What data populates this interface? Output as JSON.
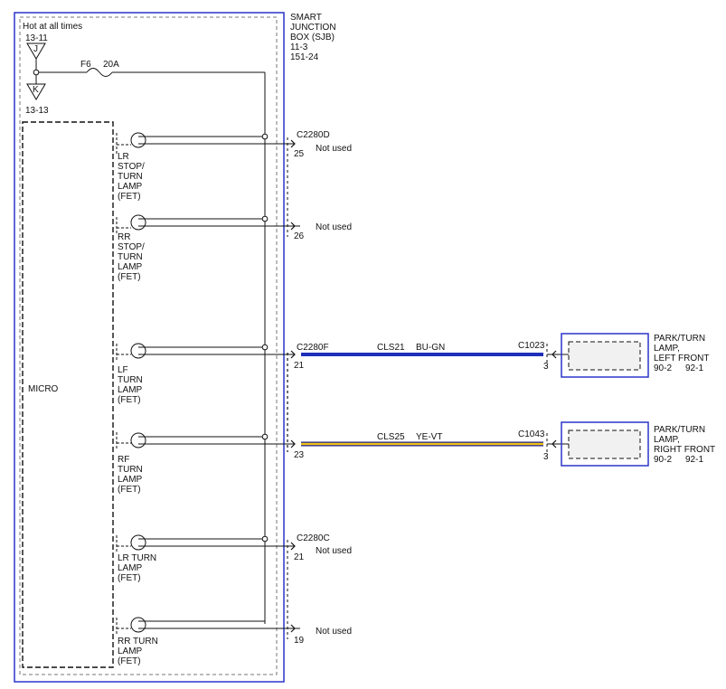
{
  "sjb": {
    "title_lines": [
      "SMART",
      "JUNCTION",
      "BOX (SJB)",
      "11-3",
      "151-24"
    ],
    "hot_label": "Hot at all times",
    "ref_top": "13-11",
    "ref_bottom": "13-13",
    "tri_top": "J",
    "tri_bottom": "K",
    "fuse_name": "F6",
    "fuse_rating": "20A",
    "micro_label": "MICRO"
  },
  "circuits": [
    {
      "label_lines": [
        "LR",
        "STOP/",
        "TURN",
        "LAMP",
        "(FET)"
      ],
      "connector": "C2280D",
      "pin": "25",
      "note": "Not used"
    },
    {
      "label_lines": [
        "RR",
        "STOP/",
        "TURN",
        "LAMP",
        "(FET)"
      ],
      "connector": "",
      "pin": "26",
      "note": "Not used"
    },
    {
      "label_lines": [
        "LF",
        "TURN",
        "LAMP",
        "(FET)"
      ],
      "connector": "C2280F",
      "pin": "21",
      "note": ""
    },
    {
      "label_lines": [
        "RF",
        "TURN",
        "LAMP",
        "(FET)"
      ],
      "connector": "",
      "pin": "23",
      "note": ""
    },
    {
      "label_lines": [
        "LR TURN",
        "LAMP",
        "(FET)"
      ],
      "connector": "C2280C",
      "pin": "21",
      "note": "Not used"
    },
    {
      "label_lines": [
        "RR TURN",
        "LAMP",
        "(FET)"
      ],
      "connector": "",
      "pin": "19",
      "note": "Not used"
    }
  ],
  "wires": [
    {
      "circuit": "CLS21",
      "color_code": "BU-GN",
      "end_connector": "C1023",
      "end_pin": "3",
      "color": "#1e2fb8",
      "stripe": "#1e2fb8"
    },
    {
      "circuit": "CLS25",
      "color_code": "YE-VT",
      "end_connector": "C1043",
      "end_pin": "3",
      "color": "#1e1e8a",
      "stripe": "#f0c419"
    }
  ],
  "lamps": [
    {
      "label_lines": [
        "PARK/TURN",
        "LAMP,",
        "LEFT FRONT"
      ],
      "refs": [
        "90-2",
        "92-1"
      ]
    },
    {
      "label_lines": [
        "PARK/TURN",
        "LAMP,",
        "RIGHT FRONT"
      ],
      "refs": [
        "90-2",
        "92-1"
      ]
    }
  ],
  "colors": {
    "border": "#2a35c9",
    "dashed": "#555555",
    "wire": "#000000"
  }
}
